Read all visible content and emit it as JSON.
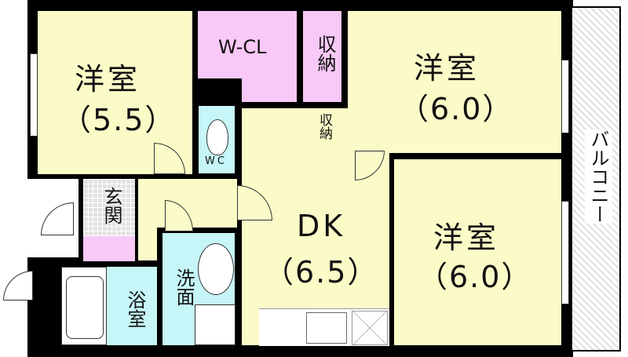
{
  "rooms": {
    "western_room_1": {
      "name": "洋室",
      "size": "（5.5）"
    },
    "western_room_2": {
      "name": "洋室",
      "size": "（6.0）"
    },
    "western_room_3": {
      "name": "洋室",
      "size": "（6.0）"
    },
    "dining_kitchen": {
      "name": "DK",
      "size": "（6.5）"
    },
    "walk_in_closet": {
      "name": "W-CL"
    },
    "storage_1": {
      "name": "収納"
    },
    "storage_2": {
      "name": "収納"
    },
    "toilet": {
      "name": "WC"
    },
    "entrance": {
      "name": "玄関"
    },
    "washroom": {
      "name": "洗面"
    },
    "bathroom": {
      "name": "浴室"
    },
    "balcony": {
      "name": "バルコニー"
    }
  },
  "colors": {
    "room": "#fbfbc8",
    "storage": "#f8c8f6",
    "wet_area": "#c6f6f8",
    "wall": "#000000"
  }
}
